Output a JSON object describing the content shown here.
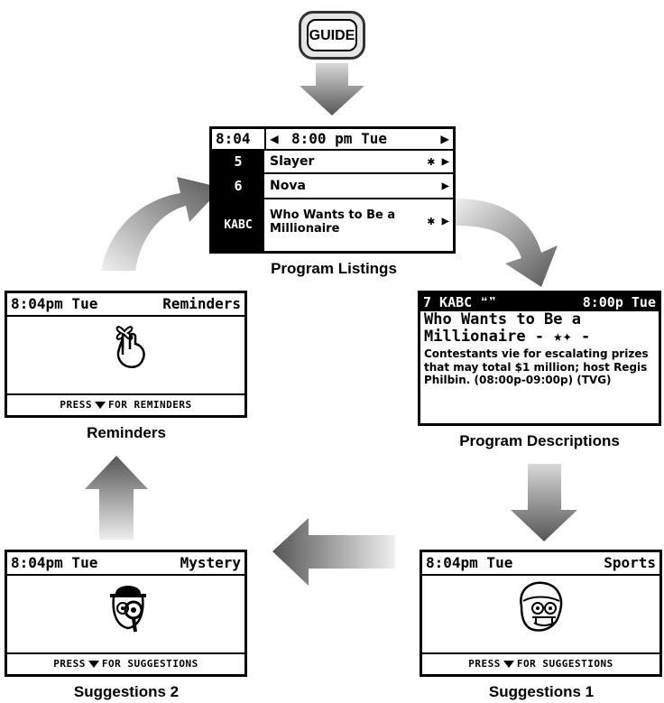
{
  "guide_button": {
    "label": "GUIDE"
  },
  "listings": {
    "time": "8:04",
    "slot": "8:00 pm Tue",
    "rows": [
      {
        "channel": "5",
        "program": "Slayer",
        "mark": "✱"
      },
      {
        "channel": "6",
        "program": "Nova",
        "mark": ""
      },
      {
        "channel": "KABC",
        "program": "Who Wants to Be a Millionaire",
        "mark": "✱"
      }
    ],
    "caption": "Program Listings"
  },
  "description": {
    "header_left": "7 KABC ❝❞",
    "header_right": "8:00p Tue",
    "title": "Who Wants to Be a Millionaire - ★✦ -",
    "body": "Contestants vie for escalating prizes that may total $1 million; host Regis Philbin. (08:00p-09:00p) (TVG)",
    "caption": "Program Descriptions"
  },
  "reminders": {
    "header_left": "8:04pm Tue",
    "header_right": "Reminders",
    "footer_pre": "PRESS",
    "footer_post": "FOR REMINDERS",
    "caption": "Reminders"
  },
  "suggestions1": {
    "header_left": "8:04pm Tue",
    "header_right": "Sports",
    "footer_pre": "PRESS",
    "footer_post": "FOR SUGGESTIONS",
    "caption": "Suggestions 1"
  },
  "suggestions2": {
    "header_left": "8:04pm Tue",
    "header_right": "Mystery",
    "footer_pre": "PRESS",
    "footer_post": "FOR SUGGESTIONS",
    "caption": "Suggestions 2"
  },
  "colors": {
    "arrow_dark": "#555555",
    "arrow_light": "#e8e8e8",
    "ink": "#000000"
  }
}
